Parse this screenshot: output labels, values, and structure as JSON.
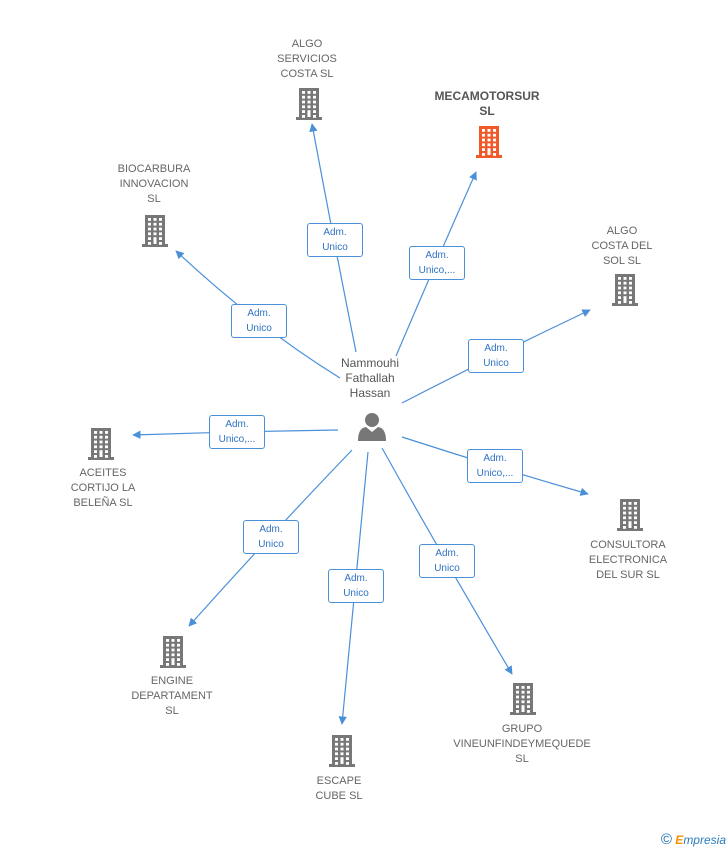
{
  "person": {
    "name": "Nammouhi\nFathallah\nHassan",
    "icon": "person-icon"
  },
  "companies": [
    {
      "id": "algo-servicios",
      "name": "ALGO\nSERVICIOS\nCOSTA SL",
      "role": "Adm.\nUnico",
      "icon": "building-icon"
    },
    {
      "id": "mecamotorsur",
      "name": "MECAMOTORSUR\nSL",
      "role": "Adm.\nUnico,...",
      "icon": "building-icon",
      "highlight": true
    },
    {
      "id": "biocarbura",
      "name": "BIOCARBURA\nINNOVACION\nSL",
      "role": "Adm.\nUnico",
      "icon": "building-icon"
    },
    {
      "id": "algo-costa",
      "name": "ALGO\nCOSTA DEL\nSOL SL",
      "role": "Adm.\nUnico",
      "icon": "building-icon"
    },
    {
      "id": "aceites",
      "name": "ACEITES\nCORTIJO LA\nBELEÑA SL",
      "role": "Adm.\nUnico,...",
      "icon": "building-icon"
    },
    {
      "id": "consultora",
      "name": "CONSULTORA\nELECTRONICA\nDEL SUR SL",
      "role": "Adm.\nUnico,...",
      "icon": "building-icon"
    },
    {
      "id": "engine",
      "name": "ENGINE\nDEPARTAMENT\nSL",
      "role": "Adm.\nUnico",
      "icon": "building-icon"
    },
    {
      "id": "escape",
      "name": "ESCAPE\nCUBE SL",
      "role": "Adm.\nUnico",
      "icon": "building-icon"
    },
    {
      "id": "grupo",
      "name": "GRUPO\nVINEUNFINDEYMEQUEDE\nSL",
      "role": "Adm.\nUnico",
      "icon": "building-icon"
    }
  ],
  "colors": {
    "edge": "#4a90d9",
    "building": "#777777",
    "building_highlight": "#f05a28",
    "person": "#777777"
  },
  "brand": {
    "symbol": "©",
    "first_letter": "E",
    "rest": "mpresia"
  }
}
